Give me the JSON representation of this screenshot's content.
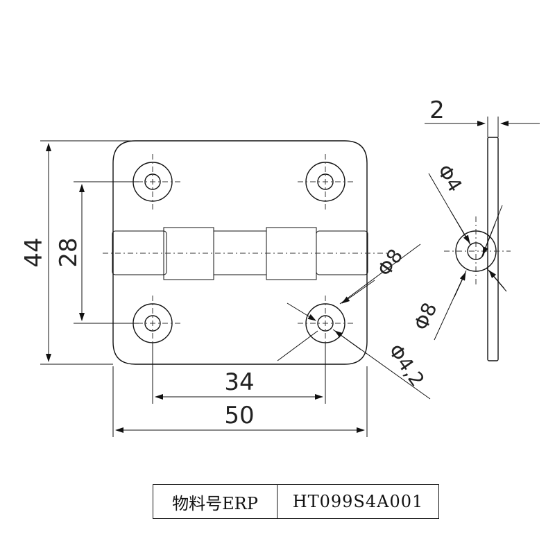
{
  "dimensions": {
    "height_total": "44",
    "hole_vertical_spacing": "28",
    "hole_horizontal_spacing": "34",
    "width_total": "50",
    "thickness": "2",
    "pin_diameter": "Φ8",
    "hole_diameter": "Φ4,2",
    "pin_inner_diameter": "Φ4",
    "knuckle_outer_diameter": "Φ8"
  },
  "table": {
    "label": "物料号ERP",
    "value": "HT099S4A001"
  },
  "colors": {
    "line": "#111111",
    "metal_light": "#f4f4f4",
    "metal_dark": "#5a5a5a"
  }
}
